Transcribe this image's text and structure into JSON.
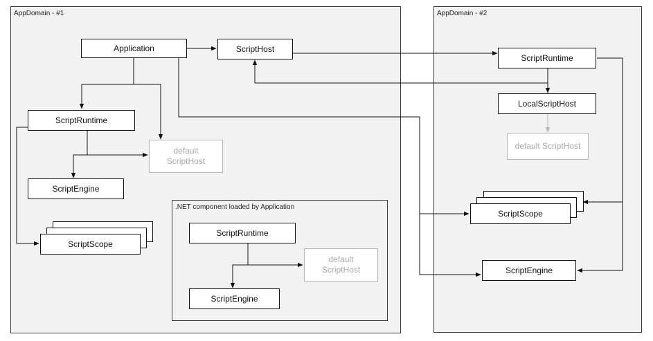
{
  "regions": {
    "appdomain1": "AppDomain - #1",
    "appdomain2": "AppDomain - #2",
    "component": ".NET component loaded by Application"
  },
  "nodes": {
    "application": "Application",
    "scripthost": "ScriptHost",
    "runtime1": "ScriptRuntime",
    "default_host1_line1": "default",
    "default_host1_line2": "ScriptHost",
    "engine1": "ScriptEngine",
    "scope1": "ScriptScope",
    "runtime_component": "ScriptRuntime",
    "default_host_component_line1": "default",
    "default_host_component_line2": "ScriptHost",
    "engine_component": "ScriptEngine",
    "runtime2": "ScriptRuntime",
    "local_scripthost": "LocalScriptHost",
    "default_host2": "default ScriptHost",
    "scope2": "ScriptScope",
    "engine2": "ScriptEngine"
  },
  "colors": {
    "line": "#111111",
    "ghost": "#b5b5b5",
    "region_fill": "#f2f2f2"
  }
}
